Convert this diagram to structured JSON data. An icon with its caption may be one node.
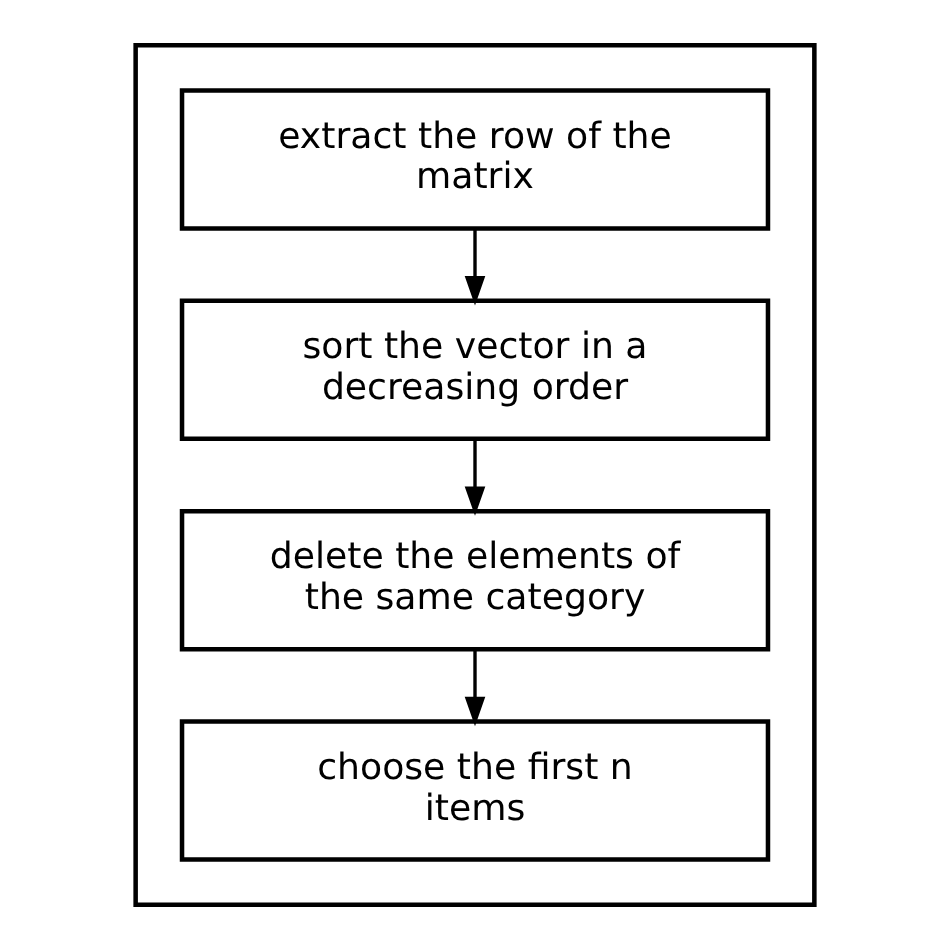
{
  "diagram": {
    "nodes": [
      {
        "text": [],
        "shape": "box"
      },
      {
        "text": [
          "extract the row of the matrix"
        ],
        "in": 0
      },
      {
        "text": [
          "sort the vector in a decreasing order"
        ],
        "in": 0
      },
      {
        "text": [
          "delete the elements of the same category"
        ],
        "in": 0
      },
      {
        "text": [
          "choose the first n items"
        ],
        "in": 0
      }
    ],
    "edges": [
      {
        "from": 1,
        "to": 2,
        "arrow": "to"
      },
      {
        "from": 2,
        "to": 3,
        "arrow": "to"
      },
      {
        "from": 3,
        "to": 4,
        "arrow": "to"
      }
    ]
  }
}
